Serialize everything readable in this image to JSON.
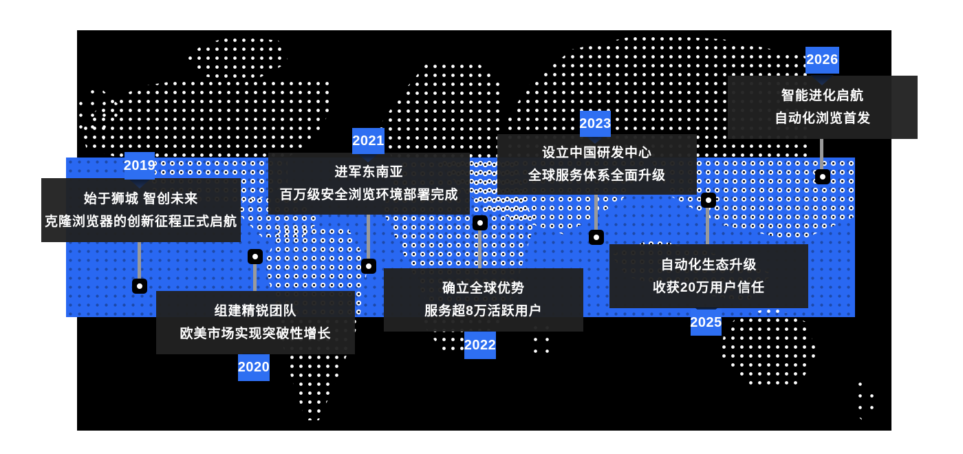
{
  "diagram": {
    "type": "timeline-world-map",
    "background": "#ffffff",
    "map_background": "#000000",
    "band_color": "#2968F2",
    "badge_color": "#2E6FF2",
    "card_color": "#212121",
    "connector_color": "#9a9a9a",
    "dot_color": "#ffffff"
  },
  "map_regions": [
    "greenland",
    "alaska-islands",
    "north-america",
    "north-america-on-band",
    "central-america",
    "south-america-on-band",
    "south-america",
    "europe",
    "africa-on-band",
    "africa",
    "madagascar",
    "asia",
    "asia-on-band-west",
    "asia-on-band-east",
    "indonesia",
    "australia",
    "new-zealand"
  ],
  "milestones": [
    {
      "year": "2019",
      "badge_position": "top",
      "line1": "始于狮城 智创未来",
      "line2": "克隆浏览器的创新征程正式启航"
    },
    {
      "year": "2020",
      "badge_position": "bottom",
      "line1": "组建精锐团队",
      "line2": "欧美市场实现突破性增长"
    },
    {
      "year": "2021",
      "badge_position": "top",
      "line1": "进军东南亚",
      "line2": "百万级安全浏览环境部署完成"
    },
    {
      "year": "2022",
      "badge_position": "bottom",
      "line1": "确立全球优势",
      "line2": "服务超8万活跃用户"
    },
    {
      "year": "2023",
      "badge_position": "top",
      "line1": "设立中国研发中心",
      "line2": "全球服务体系全面升级"
    },
    {
      "year": "2025",
      "badge_position": "bottom",
      "line1": "自动化生态升级",
      "line2": "收获20万用户信任"
    },
    {
      "year": "2026",
      "badge_position": "top",
      "line1": "智能进化启航",
      "line2": "自动化浏览首发"
    }
  ]
}
